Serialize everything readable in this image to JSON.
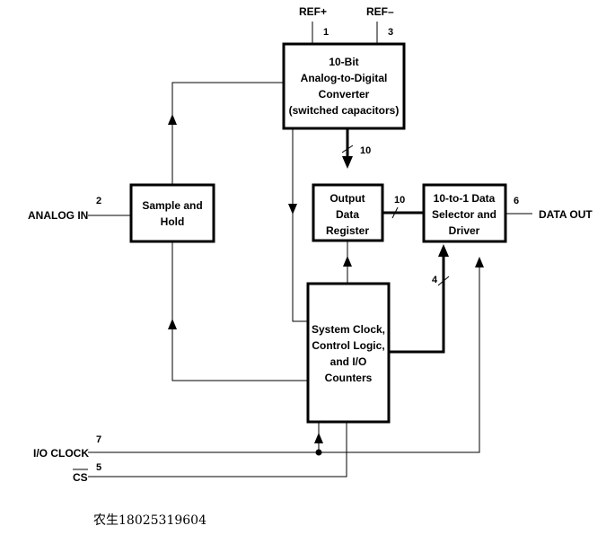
{
  "blocks": {
    "adc": {
      "lines": [
        "10-Bit",
        "Analog-to-Digital",
        "Converter",
        "(switched capacitors)"
      ]
    },
    "sample_hold": {
      "lines": [
        "Sample and",
        "Hold"
      ]
    },
    "output_register": {
      "lines": [
        "Output",
        "Data",
        "Register"
      ]
    },
    "selector": {
      "lines": [
        "10-to-1 Data",
        "Selector and",
        "Driver"
      ]
    },
    "control": {
      "lines": [
        "System Clock,",
        "Control Logic,",
        "and I/O",
        "Counters"
      ]
    }
  },
  "signals": {
    "ref_plus": {
      "label": "REF+",
      "pin": "1"
    },
    "ref_minus": {
      "label": "REF–",
      "pin": "3"
    },
    "analog_in": {
      "label": "ANALOG IN",
      "pin": "2"
    },
    "data_out": {
      "label": "DATA OUT",
      "pin": "6"
    },
    "io_clock": {
      "label": "I/O CLOCK",
      "pin": "7"
    },
    "cs": {
      "label": "CS",
      "pin": "5"
    }
  },
  "buses": {
    "adc_to_register": "10",
    "register_to_selector": "10",
    "control_to_selector": "4"
  },
  "watermark": "农生18025319604"
}
